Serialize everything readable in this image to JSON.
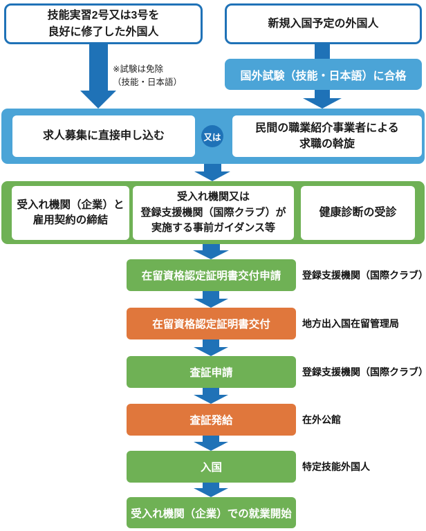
{
  "palette": {
    "dark_blue": "#1f72b7",
    "light_blue": "#4ba4d7",
    "green": "#6fb155",
    "orange": "#e0773c",
    "text_dark": "#1a1a1a",
    "box_background": "#ffffff"
  },
  "top": {
    "trainee_box": {
      "line1": "技能実習2号又は3号を",
      "line2": "良好に修了した外国人"
    },
    "new_entrant_box": {
      "line1": "新規入国予定の外国人"
    },
    "exemption_note": {
      "line1": "※試験は免除",
      "line2": "（技能・日本語）"
    },
    "overseas_exam_box": {
      "label": "国外試験（技能・日本語）に合格"
    }
  },
  "application_band": {
    "direct_apply_box": "求人募集に直接申し込む",
    "or_circle": "又は",
    "agency_box": {
      "line1": "民間の職業紹介事業者による",
      "line2": "求職の斡旋"
    }
  },
  "preparation_band": {
    "contract_box": {
      "line1": "受入れ機関（企業）と",
      "line2": "雇用契約の締結"
    },
    "guidance_box": {
      "line1": "受入れ機関又は",
      "line2": "登録支援機関（国際クラブ）が",
      "line3": "実施する事前ガイダンス等"
    },
    "health_box": {
      "line1": "健康診断の受診"
    }
  },
  "steps": [
    {
      "label": "在留資格認定証明書交付申請",
      "color": "green",
      "side_label": "登録支援機関（国際クラブ）"
    },
    {
      "label": "在留資格認定証明書交付",
      "color": "orange",
      "side_label": "地方出入国在留管理局"
    },
    {
      "label": "査証申請",
      "color": "green",
      "side_label": "登録支援機関（国際クラブ）"
    },
    {
      "label": "査証発給",
      "color": "orange",
      "side_label": "在外公館"
    },
    {
      "label": "入国",
      "color": "green",
      "side_label": "特定技能外国人"
    },
    {
      "label": "受入れ機関（企業）での就業開始",
      "color": "green",
      "side_label": ""
    }
  ]
}
